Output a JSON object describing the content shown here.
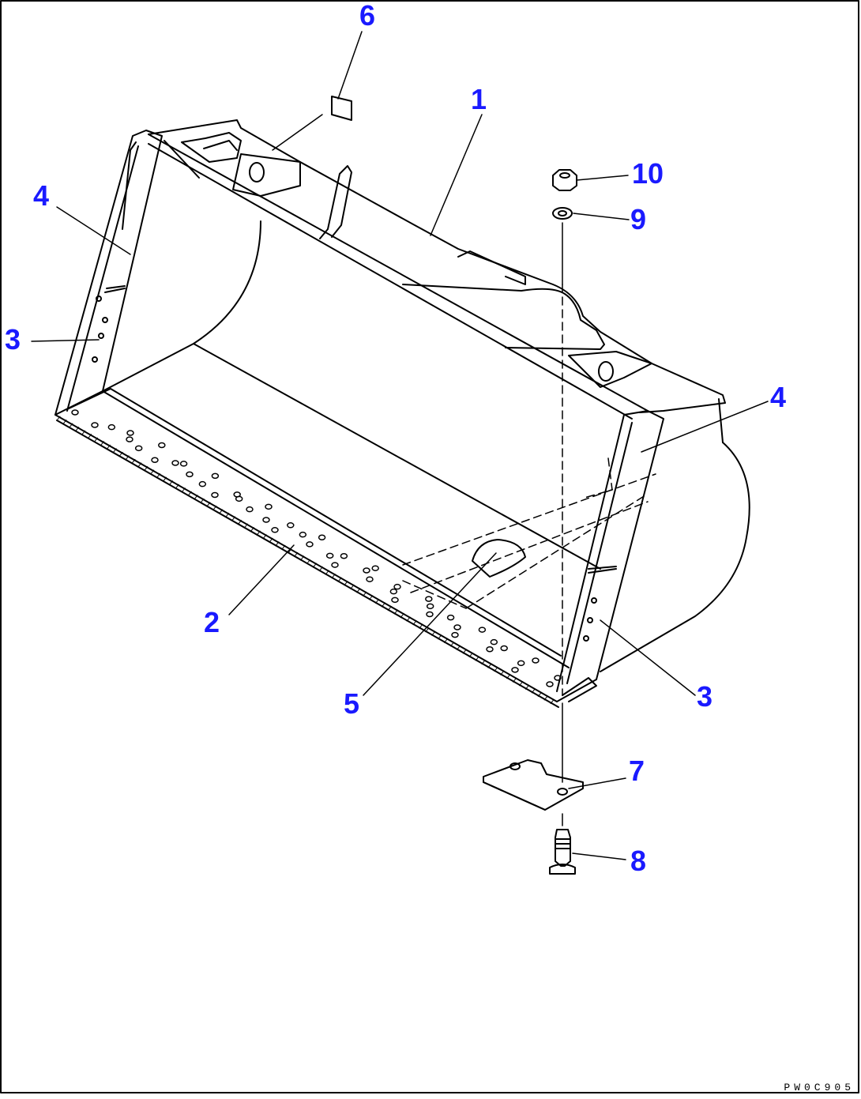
{
  "diagram": {
    "drawing_id": "PW0C905",
    "callouts": [
      {
        "id": "c1",
        "label": "1"
      },
      {
        "id": "c2",
        "label": "2"
      },
      {
        "id": "c3a",
        "label": "3"
      },
      {
        "id": "c3b",
        "label": "3"
      },
      {
        "id": "c4a",
        "label": "4"
      },
      {
        "id": "c4b",
        "label": "4"
      },
      {
        "id": "c5",
        "label": "5"
      },
      {
        "id": "c6",
        "label": "6"
      },
      {
        "id": "c7",
        "label": "7"
      },
      {
        "id": "c8",
        "label": "8"
      },
      {
        "id": "c9",
        "label": "9"
      },
      {
        "id": "c10",
        "label": "10"
      }
    ],
    "colors": {
      "callout": "#1a1aff",
      "line": "#000000",
      "background": "#ffffff"
    }
  }
}
